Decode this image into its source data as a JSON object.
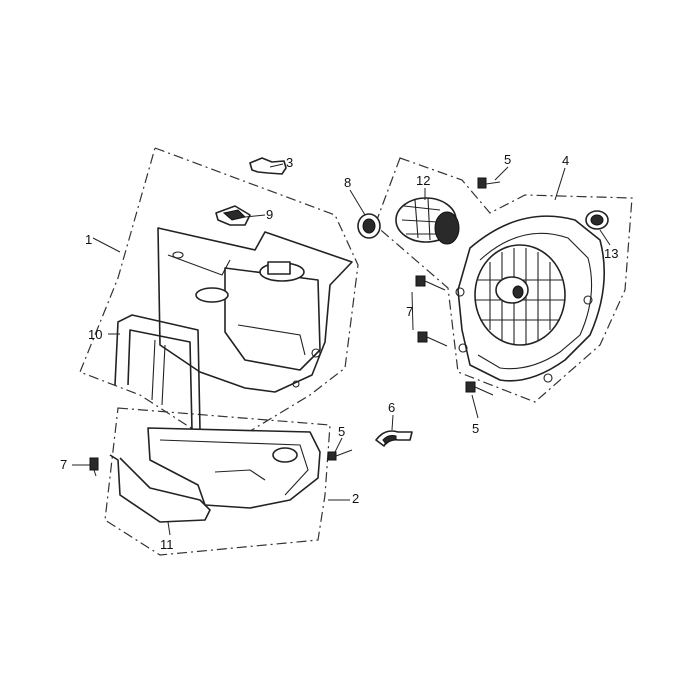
{
  "callouts": {
    "c1": "1",
    "c2": "2",
    "c3": "3",
    "c4": "4",
    "c5a": "5",
    "c5b": "5",
    "c5c": "5",
    "c6": "6",
    "c7a": "7",
    "c7b": "7",
    "c8": "8",
    "c9": "9",
    "c10": "10",
    "c11": "11",
    "c12": "12",
    "c13": "13"
  }
}
